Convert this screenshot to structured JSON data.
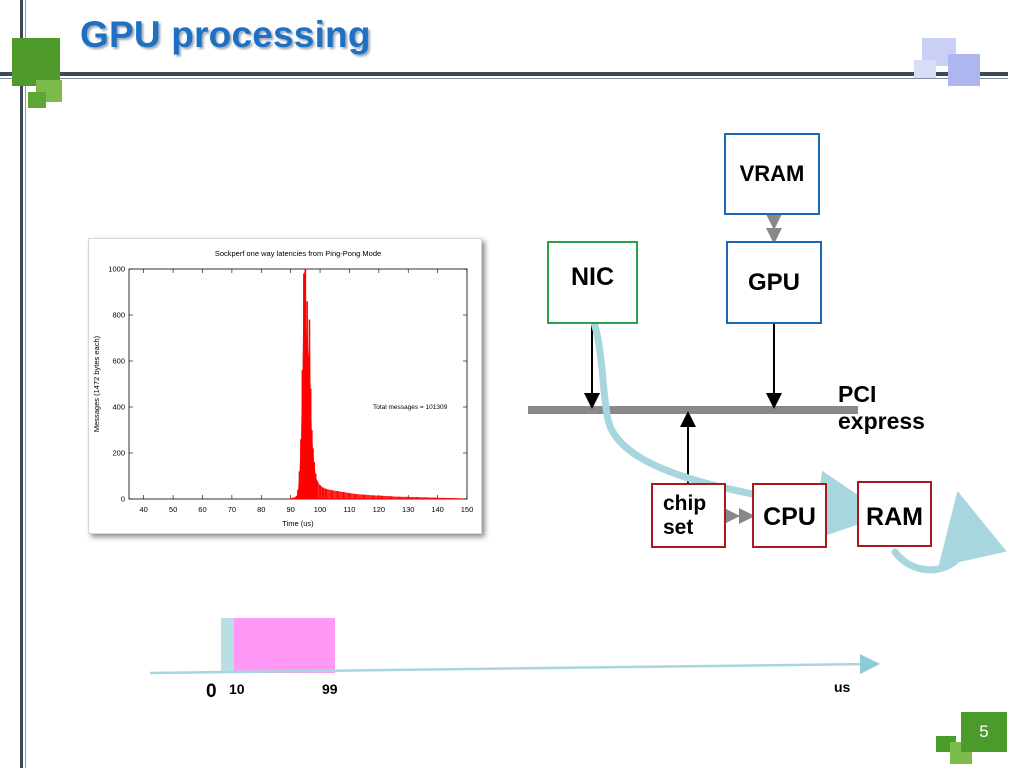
{
  "slide": {
    "title": "GPU processing",
    "page_number": "5"
  },
  "diagram": {
    "vram": "VRAM",
    "gpu": "GPU",
    "nic": "NIC",
    "pci_line1": "PCI",
    "pci_line2": "express",
    "chipset_line1": "chip",
    "chipset_line2": "set",
    "cpu": "CPU",
    "ram": "RAM"
  },
  "timeline": {
    "zero": "0",
    "mark_10": "10",
    "mark_99": "99",
    "unit": "us"
  },
  "chart_data": {
    "type": "bar",
    "title": "Sockperf one way latencies from Ping-Pong Mode",
    "xlabel": "Time (us)",
    "ylabel": "Messages (1472 bytes each)",
    "xlim": [
      35,
      150
    ],
    "ylim": [
      0,
      1000
    ],
    "xticks": [
      40,
      50,
      60,
      70,
      80,
      90,
      100,
      110,
      120,
      130,
      140,
      150
    ],
    "yticks": [
      0,
      200,
      400,
      600,
      800,
      1000
    ],
    "annotation": "Total messages = 101309",
    "series_color": "#ff0000",
    "x": [
      90,
      91,
      92,
      92.5,
      93,
      93.5,
      94,
      94.5,
      95,
      95.3,
      95.6,
      96,
      96.4,
      96.8,
      97.2,
      97.6,
      98,
      98.5,
      99,
      100,
      101,
      102,
      104,
      106,
      108,
      110,
      112,
      115,
      118,
      121,
      124,
      127,
      130,
      133,
      136,
      139,
      142,
      145,
      148
    ],
    "values": [
      4,
      6,
      12,
      40,
      120,
      260,
      560,
      980,
      1000,
      700,
      860,
      620,
      780,
      480,
      300,
      220,
      160,
      110,
      80,
      60,
      50,
      44,
      38,
      34,
      30,
      26,
      22,
      19,
      16,
      14,
      12,
      10,
      9,
      8,
      7,
      6,
      5,
      4,
      3
    ]
  }
}
